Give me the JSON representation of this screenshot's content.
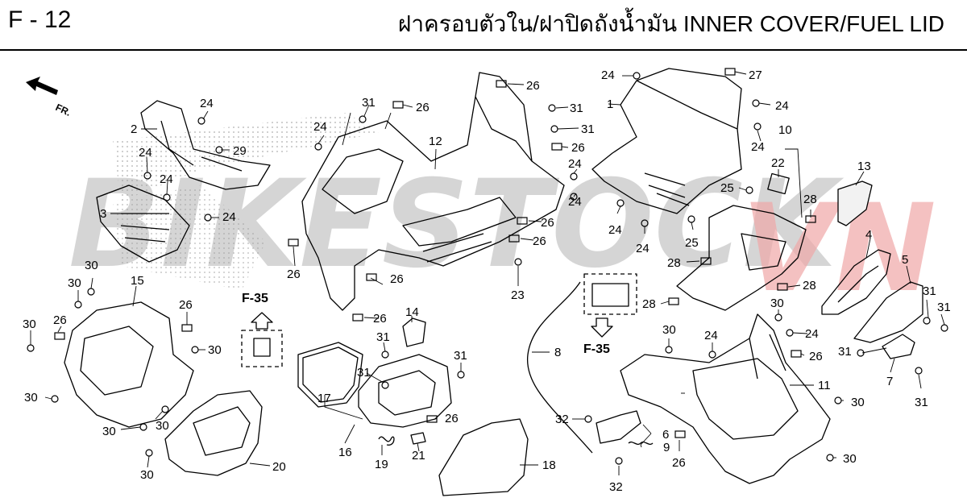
{
  "header": {
    "code": "F - 12",
    "title": "ฝาครอบตัวใน/ฝาปิดถังน้ำมัน INNER COVER/FUEL LID"
  },
  "watermark": {
    "text_gray": "BIKESTOCK",
    "text_red": "VN",
    "color_gray": "#c8c8c8",
    "color_red": "#f0a8a8"
  },
  "direction_label": "FR.",
  "refs": [
    "F-35",
    "F-35"
  ],
  "callouts": [
    "1",
    "2",
    "3",
    "4",
    "5",
    "6",
    "7",
    "8",
    "9",
    "10",
    "11",
    "12",
    "13",
    "14",
    "15",
    "16",
    "17",
    "18",
    "19",
    "20",
    "21",
    "22",
    "23",
    "24",
    "25",
    "26",
    "27",
    "28",
    "29",
    "30",
    "31",
    "32"
  ],
  "colors": {
    "line": "#000000",
    "stipple": "#9a9a9a"
  }
}
